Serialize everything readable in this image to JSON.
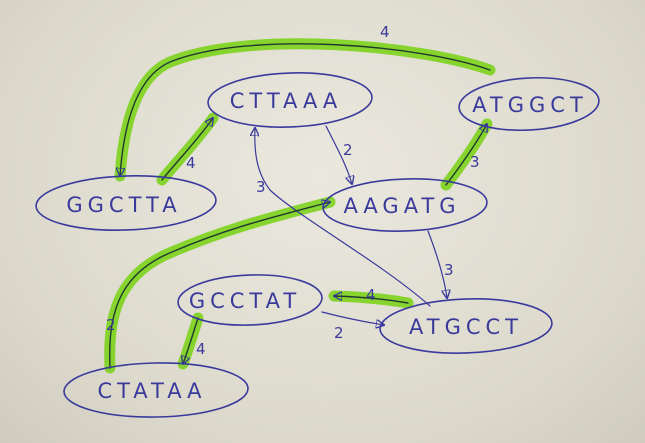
{
  "colors": {
    "ink": "#3a3a9c",
    "ink_dark": "#1f3a2c",
    "highlight": "#7fd321"
  },
  "nodes": [
    {
      "id": "cttaaa",
      "label": "CTTAAA"
    },
    {
      "id": "atggct",
      "label": "ATGGCT"
    },
    {
      "id": "ggctta",
      "label": "GGCTTA"
    },
    {
      "id": "aagatg",
      "label": "AAGATG"
    },
    {
      "id": "gcctat",
      "label": "GCCTAT"
    },
    {
      "id": "atgcct",
      "label": "ATGCCT"
    },
    {
      "id": "ctataa",
      "label": "CTATAA"
    }
  ],
  "edges": [
    {
      "from": "atggct",
      "to": "ggctta",
      "weight": "4",
      "highlighted": true
    },
    {
      "from": "ggctta",
      "to": "cttaaa",
      "weight": "4",
      "highlighted": true
    },
    {
      "from": "cttaaa",
      "to": "aagatg",
      "weight": "2",
      "highlighted": false
    },
    {
      "from": "aagatg",
      "to": "atggct",
      "weight": "3",
      "highlighted": true
    },
    {
      "from": "atgcct",
      "to": "cttaaa",
      "weight": "3",
      "highlighted": false
    },
    {
      "from": "aagatg",
      "to": "atgcct",
      "weight": "3",
      "highlighted": false
    },
    {
      "from": "ctataa",
      "to": "aagatg",
      "weight": "2",
      "highlighted": true
    },
    {
      "from": "atgcct",
      "to": "gcctat",
      "weight": "4",
      "highlighted": true
    },
    {
      "from": "gcctat",
      "to": "atgcct",
      "weight": "2",
      "highlighted": false
    },
    {
      "from": "gcctat",
      "to": "ctataa",
      "weight": "4",
      "highlighted": true
    }
  ]
}
